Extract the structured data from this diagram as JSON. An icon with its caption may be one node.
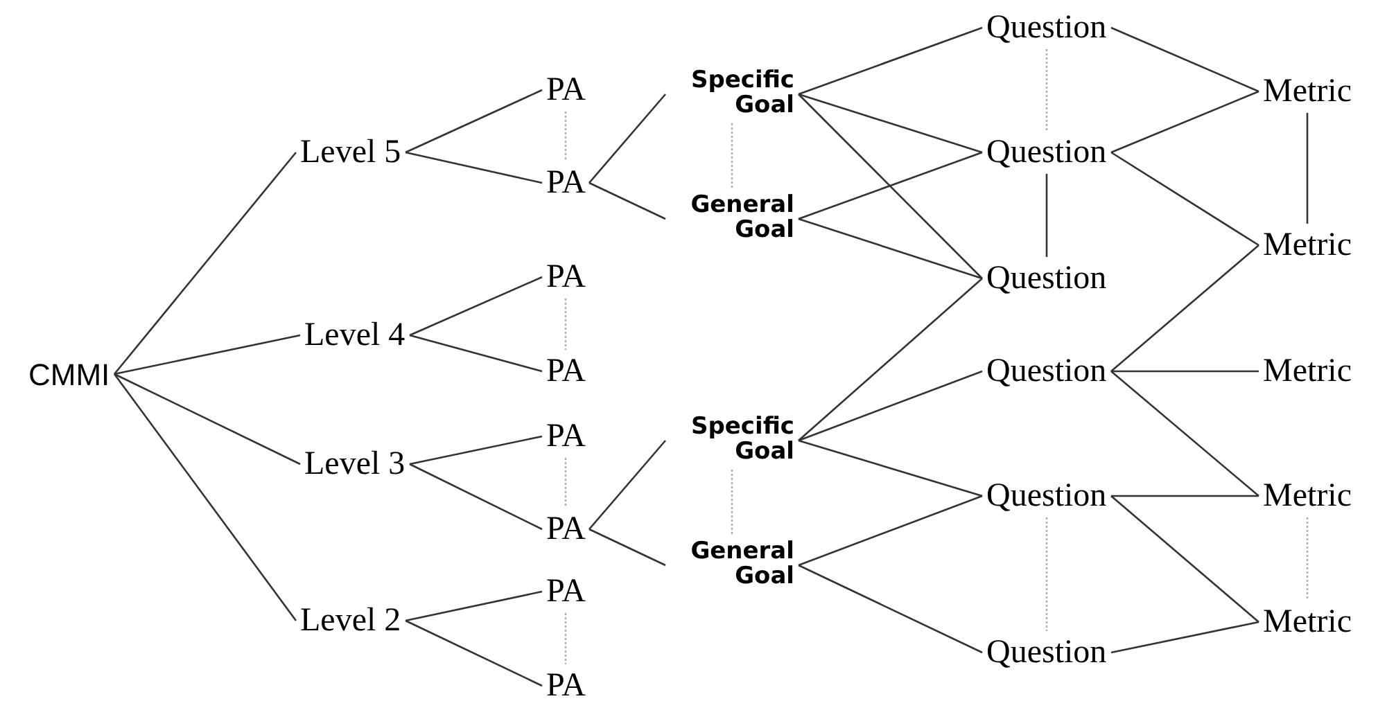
{
  "diagram": {
    "nodes": [
      {
        "text": [
          "CMMI"
        ]
      },
      {
        "text": [
          "Level 5"
        ]
      },
      {
        "text": [
          "Level 4"
        ]
      },
      {
        "text": [
          "Level 3"
        ]
      },
      {
        "text": [
          "Level 2"
        ]
      },
      {
        "text": [
          "PA"
        ]
      },
      {
        "text": [
          "PA"
        ]
      },
      {
        "text": [
          "PA"
        ]
      },
      {
        "text": [
          "PA"
        ]
      },
      {
        "text": [
          "PA"
        ]
      },
      {
        "text": [
          "PA"
        ]
      },
      {
        "text": [
          "PA"
        ]
      },
      {
        "text": [
          "PA"
        ]
      },
      {
        "text": [
          "Specific Goal"
        ]
      },
      {
        "text": [
          "General Goal"
        ]
      },
      {
        "text": [
          "Specific Goal"
        ]
      },
      {
        "text": [
          "General Goal"
        ]
      },
      {
        "text": [
          "Question"
        ]
      },
      {
        "text": [
          "Question"
        ]
      },
      {
        "text": [
          "Question"
        ]
      },
      {
        "text": [
          "Question"
        ]
      },
      {
        "text": [
          "Question"
        ]
      },
      {
        "text": [
          "Question"
        ]
      },
      {
        "text": [
          "Metric"
        ]
      },
      {
        "text": [
          "Metric"
        ]
      },
      {
        "text": [
          "Metric"
        ]
      },
      {
        "text": [
          "Metric"
        ]
      },
      {
        "text": [
          "Metric"
        ]
      }
    ],
    "edges": [
      {
        "from": 0,
        "to": 1,
        "arrow": "none"
      },
      {
        "from": 0,
        "to": 2,
        "arrow": "none"
      },
      {
        "from": 0,
        "to": 3,
        "arrow": "none"
      },
      {
        "from": 0,
        "to": 4,
        "arrow": "none"
      },
      {
        "from": 1,
        "to": 5,
        "arrow": "none"
      },
      {
        "from": 1,
        "to": 6,
        "arrow": "none"
      },
      {
        "from": 2,
        "to": 7,
        "arrow": "none"
      },
      {
        "from": 2,
        "to": 8,
        "arrow": "none"
      },
      {
        "from": 3,
        "to": 9,
        "arrow": "none"
      },
      {
        "from": 3,
        "to": 10,
        "arrow": "none"
      },
      {
        "from": 4,
        "to": 11,
        "arrow": "none"
      },
      {
        "from": 4,
        "to": 12,
        "arrow": "none"
      },
      {
        "from": 5,
        "to": 6,
        "arrow": "none",
        "style": "dashed",
        "color": "#b0b0b0"
      },
      {
        "from": 7,
        "to": 8,
        "arrow": "none",
        "style": "dashed",
        "color": "#b0b0b0"
      },
      {
        "from": 9,
        "to": 10,
        "arrow": "none",
        "style": "dashed",
        "color": "#b0b0b0"
      },
      {
        "from": 11,
        "to": 12,
        "arrow": "none",
        "style": "dashed",
        "color": "#b0b0b0"
      },
      {
        "from": 6,
        "to": 13,
        "arrow": "none"
      },
      {
        "from": 6,
        "to": 14,
        "arrow": "none"
      },
      {
        "from": 10,
        "to": 15,
        "arrow": "none"
      },
      {
        "from": 10,
        "to": 16,
        "arrow": "none"
      },
      {
        "from": 13,
        "to": 14,
        "arrow": "none",
        "style": "dashed",
        "color": "#b0b0b0"
      },
      {
        "from": 15,
        "to": 16,
        "arrow": "none",
        "style": "dashed",
        "color": "#b0b0b0"
      },
      {
        "from": 13,
        "to": 17,
        "arrow": "none"
      },
      {
        "from": 13,
        "to": 18,
        "arrow": "none"
      },
      {
        "from": 13,
        "to": 19,
        "arrow": "none"
      },
      {
        "from": 14,
        "to": 18,
        "arrow": "none"
      },
      {
        "from": 14,
        "to": 19,
        "arrow": "none"
      },
      {
        "from": 15,
        "to": 19,
        "arrow": "none"
      },
      {
        "from": 15,
        "to": 20,
        "arrow": "none"
      },
      {
        "from": 15,
        "to": 21,
        "arrow": "none"
      },
      {
        "from": 16,
        "to": 21,
        "arrow": "none"
      },
      {
        "from": 16,
        "to": 22,
        "arrow": "none"
      },
      {
        "from": 17,
        "to": 18,
        "arrow": "none",
        "style": "dashed",
        "color": "#b0b0b0"
      },
      {
        "from": 18,
        "to": 19,
        "arrow": "none"
      },
      {
        "from": 21,
        "to": 22,
        "arrow": "none",
        "style": "dashed",
        "color": "#b0b0b0"
      },
      {
        "from": 17,
        "to": 23,
        "arrow": "none"
      },
      {
        "from": 18,
        "to": 23,
        "arrow": "none"
      },
      {
        "from": 18,
        "to": 24,
        "arrow": "none"
      },
      {
        "from": 20,
        "to": 24,
        "arrow": "none"
      },
      {
        "from": 20,
        "to": 25,
        "arrow": "none"
      },
      {
        "from": 20,
        "to": 26,
        "arrow": "none"
      },
      {
        "from": 21,
        "to": 26,
        "arrow": "none"
      },
      {
        "from": 21,
        "to": 27,
        "arrow": "none"
      },
      {
        "from": 22,
        "to": 27,
        "arrow": "none"
      },
      {
        "from": 23,
        "to": 24,
        "arrow": "none"
      },
      {
        "from": 26,
        "to": 27,
        "arrow": "none",
        "style": "dashed",
        "color": "#b0b0b0"
      }
    ]
  }
}
